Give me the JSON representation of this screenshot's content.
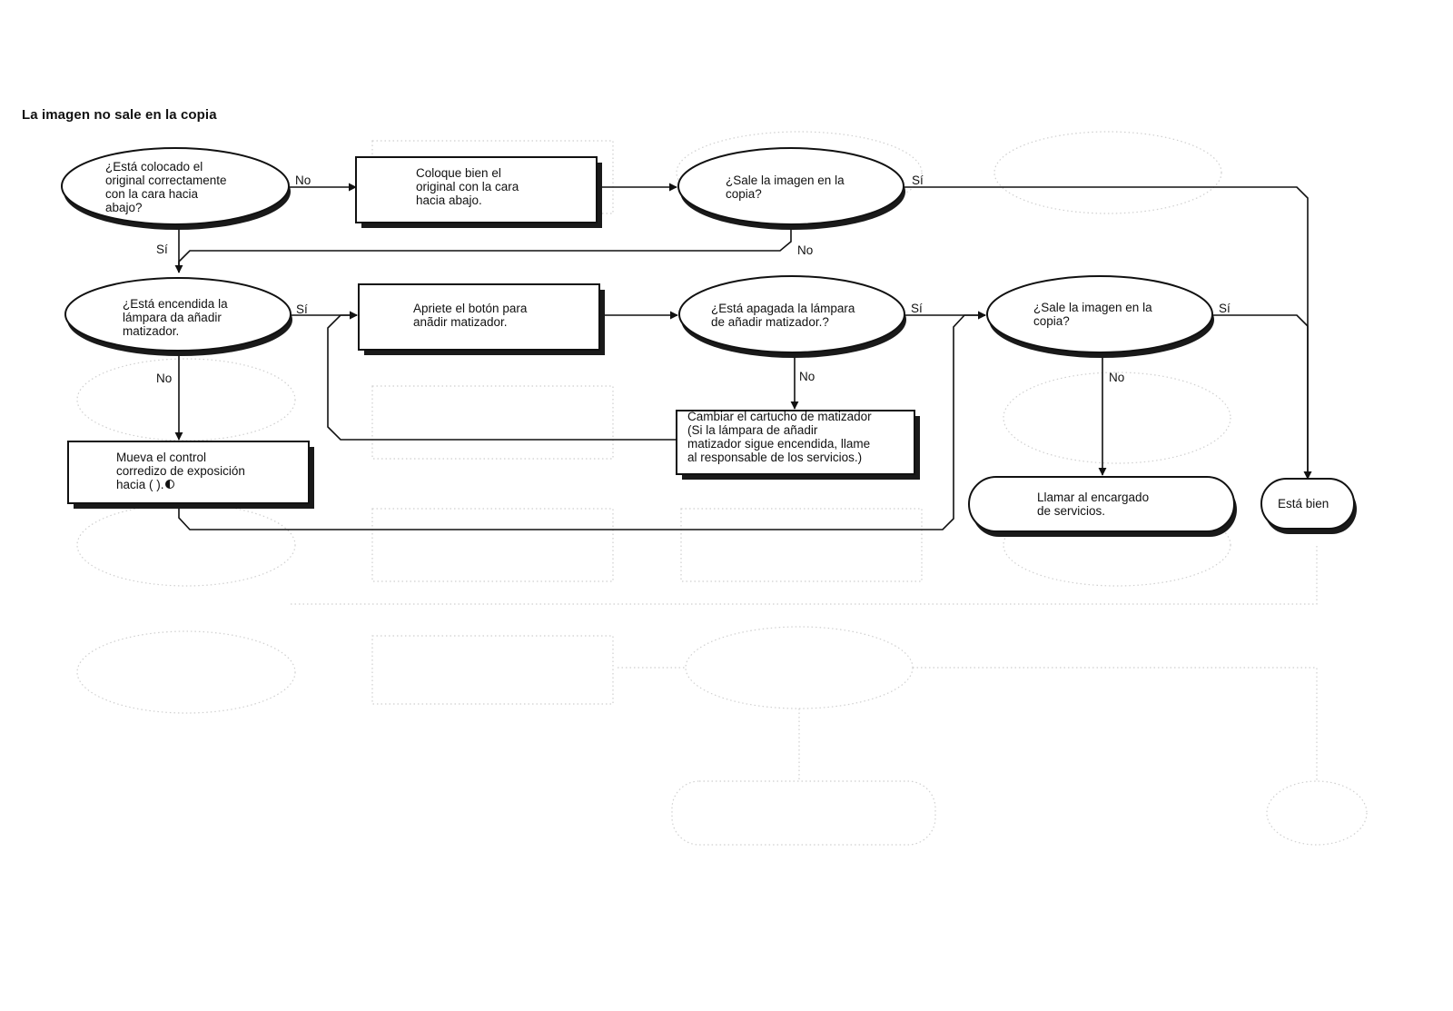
{
  "title": "La imagen no sale en la copia",
  "nodes": {
    "q_original": {
      "type": "decision",
      "lines": [
        "¿Está colocado el",
        "original correctamente",
        "con la cara hacia",
        "abajo?"
      ]
    },
    "a_colocar": {
      "type": "action",
      "lines": [
        "Coloque bien el",
        "original con la cara",
        "hacia abajo."
      ]
    },
    "q_sale1": {
      "type": "decision",
      "lines": [
        "¿Sale la imagen en la",
        "copia?"
      ]
    },
    "q_lampara_enc": {
      "type": "decision",
      "lines": [
        "¿Está encendida la",
        "lámpara da añadir",
        "matizador."
      ]
    },
    "a_apriete": {
      "type": "action",
      "lines": [
        "Apriete el botón para",
        "anãdir matizador."
      ]
    },
    "q_lampara_apag": {
      "type": "decision",
      "lines": [
        "¿Está apagada la lámpara",
        "de añadir matizador.?"
      ]
    },
    "q_sale2": {
      "type": "decision",
      "lines": [
        "¿Sale la imagen en la",
        "copia?"
      ]
    },
    "a_mueva": {
      "type": "action",
      "lines": [
        "Mueva el control",
        "corredizo de exposición",
        "hacia (      )."
      ]
    },
    "a_cambiar": {
      "type": "action",
      "lines": [
        "Cambiar el cartucho de matizador",
        "(Si la lámpara de añadir",
        "matizador sigue encendida, llame",
        "al responsable de los servicios.)"
      ]
    },
    "t_llamar": {
      "type": "terminal",
      "lines": [
        "Llamar al encargado",
        "de servicios."
      ]
    },
    "t_bien": {
      "type": "terminal",
      "lines": [
        "Está bien"
      ]
    }
  },
  "edges": [
    {
      "from": "q_original",
      "to": "a_colocar",
      "label": "No"
    },
    {
      "from": "q_original",
      "to": "q_lampara_enc",
      "label": "Sí"
    },
    {
      "from": "a_colocar",
      "to": "q_sale1",
      "label": ""
    },
    {
      "from": "q_sale1",
      "to": "t_bien",
      "label": "Sí"
    },
    {
      "from": "q_sale1",
      "to": "q_lampara_enc",
      "label": "No"
    },
    {
      "from": "q_lampara_enc",
      "to": "a_apriete",
      "label": "Sí"
    },
    {
      "from": "q_lampara_enc",
      "to": "a_mueva",
      "label": "No"
    },
    {
      "from": "a_apriete",
      "to": "q_lampara_apag",
      "label": ""
    },
    {
      "from": "q_lampara_apag",
      "to": "q_sale2",
      "label": "Sí"
    },
    {
      "from": "q_lampara_apag",
      "to": "a_cambiar",
      "label": "No"
    },
    {
      "from": "a_cambiar",
      "to": "a_apriete",
      "label": ""
    },
    {
      "from": "a_mueva",
      "to": "q_sale2",
      "label": ""
    },
    {
      "from": "q_sale2",
      "to": "t_bien",
      "label": "Sí"
    },
    {
      "from": "q_sale2",
      "to": "t_llamar",
      "label": "No"
    }
  ]
}
